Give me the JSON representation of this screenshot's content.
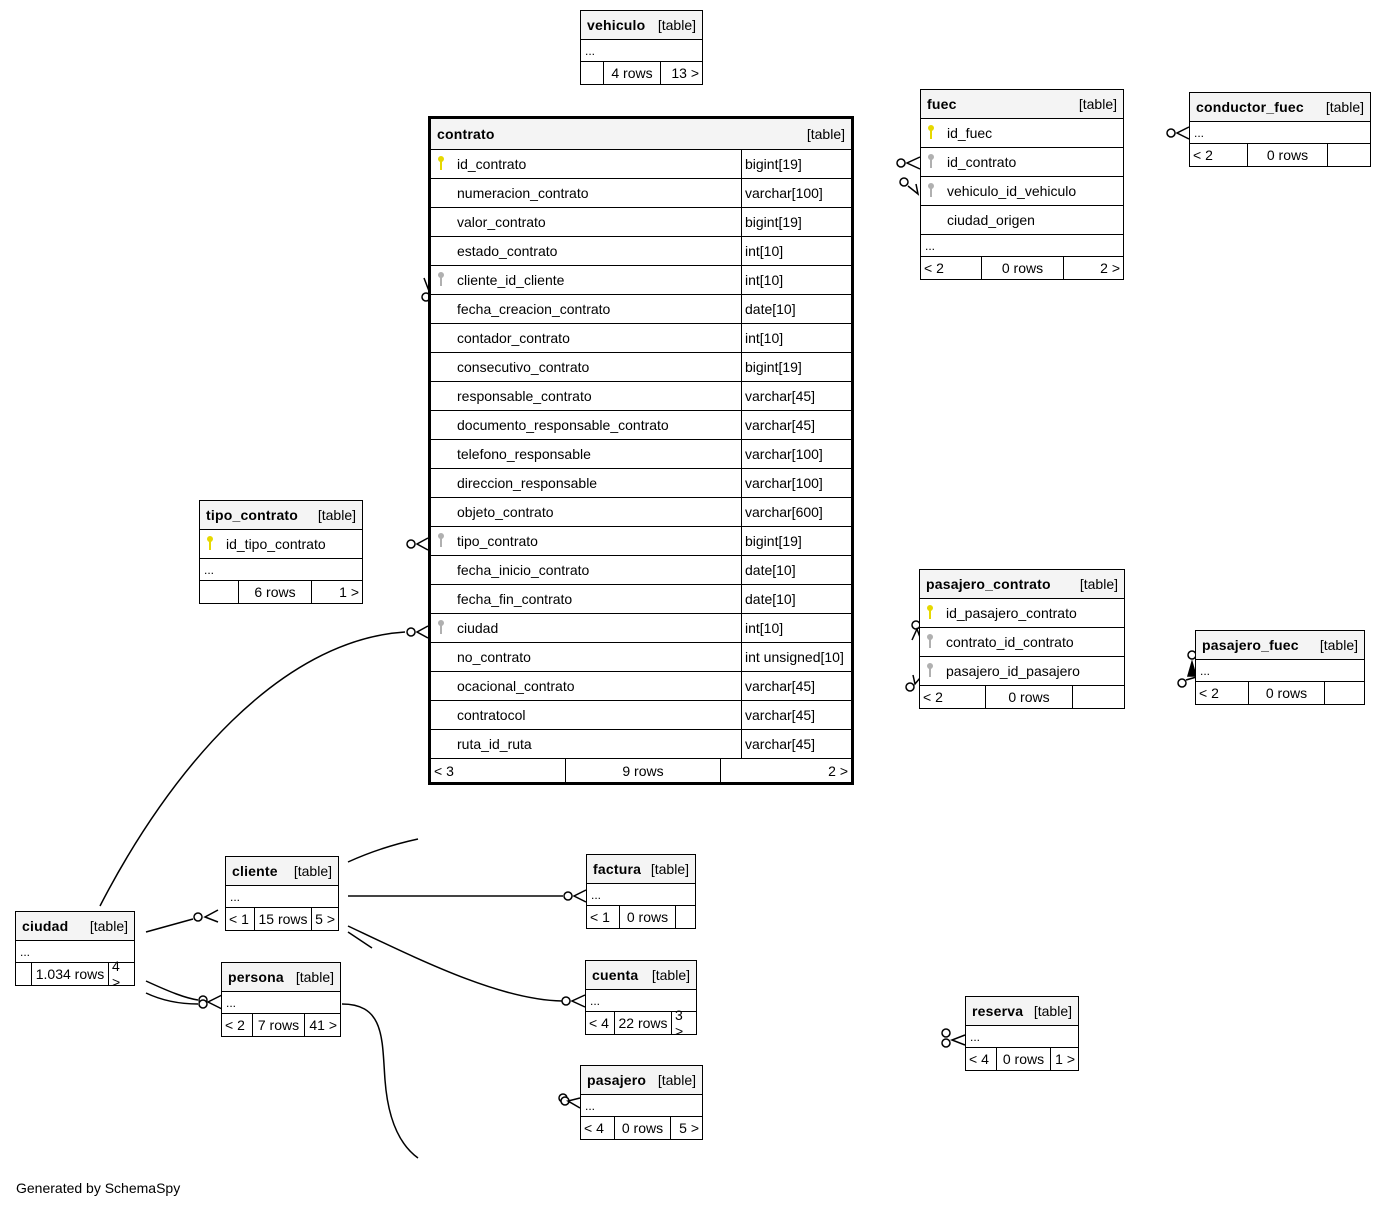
{
  "footer_text": "Generated by SchemaSpy",
  "colors": {
    "pk_key": "#e6d800",
    "fk_key": "#b0b0b0",
    "header_bg": "#f4f4f4"
  },
  "tables": {
    "vehiculo": {
      "name": "vehiculo",
      "kind": "[table]",
      "ellipsis": "...",
      "parents": "",
      "rows": "4 rows",
      "children": "13 >"
    },
    "contrato": {
      "name": "contrato",
      "kind": "[table]",
      "columns": [
        {
          "name": "id_contrato",
          "type": "bigint[19]",
          "key": "pk-key-icon"
        },
        {
          "name": "numeracion_contrato",
          "type": "varchar[100]",
          "key": ""
        },
        {
          "name": "valor_contrato",
          "type": "bigint[19]",
          "key": ""
        },
        {
          "name": "estado_contrato",
          "type": "int[10]",
          "key": ""
        },
        {
          "name": "cliente_id_cliente",
          "type": "int[10]",
          "key": "fk-key-icon"
        },
        {
          "name": "fecha_creacion_contrato",
          "type": "date[10]",
          "key": ""
        },
        {
          "name": "contador_contrato",
          "type": "int[10]",
          "key": ""
        },
        {
          "name": "consecutivo_contrato",
          "type": "bigint[19]",
          "key": ""
        },
        {
          "name": "responsable_contrato",
          "type": "varchar[45]",
          "key": ""
        },
        {
          "name": "documento_responsable_contrato",
          "type": "varchar[45]",
          "key": ""
        },
        {
          "name": "telefono_responsable",
          "type": "varchar[100]",
          "key": ""
        },
        {
          "name": "direccion_responsable",
          "type": "varchar[100]",
          "key": ""
        },
        {
          "name": "objeto_contrato",
          "type": "varchar[600]",
          "key": ""
        },
        {
          "name": "tipo_contrato",
          "type": "bigint[19]",
          "key": "fk-key-icon"
        },
        {
          "name": "fecha_inicio_contrato",
          "type": "date[10]",
          "key": ""
        },
        {
          "name": "fecha_fin_contrato",
          "type": "date[10]",
          "key": ""
        },
        {
          "name": "ciudad",
          "type": "int[10]",
          "key": "fk-key-icon"
        },
        {
          "name": "no_contrato",
          "type": "int unsigned[10]",
          "key": ""
        },
        {
          "name": "ocacional_contrato",
          "type": "varchar[45]",
          "key": ""
        },
        {
          "name": "contratocol",
          "type": "varchar[45]",
          "key": ""
        },
        {
          "name": "ruta_id_ruta",
          "type": "varchar[45]",
          "key": ""
        }
      ],
      "parents": "< 3",
      "rows": "9 rows",
      "children": "2 >"
    },
    "fuec": {
      "name": "fuec",
      "kind": "[table]",
      "columns": [
        {
          "name": "id_fuec",
          "key": "pk-key-icon"
        },
        {
          "name": "id_contrato",
          "key": "fk-key-icon"
        },
        {
          "name": "vehiculo_id_vehiculo",
          "key": "fk-key-icon"
        },
        {
          "name": "ciudad_origen",
          "key": ""
        }
      ],
      "ellipsis": "...",
      "parents": "< 2",
      "rows": "0 rows",
      "children": "2 >"
    },
    "conductor_fuec": {
      "name": "conductor_fuec",
      "kind": "[table]",
      "ellipsis": "...",
      "parents": "< 2",
      "rows": "0 rows",
      "children": ""
    },
    "tipo_contrato": {
      "name": "tipo_contrato",
      "kind": "[table]",
      "columns": [
        {
          "name": "id_tipo_contrato",
          "key": "pk-key-icon"
        }
      ],
      "ellipsis": "...",
      "parents": "",
      "rows": "6 rows",
      "children": "1 >"
    },
    "pasajero_contrato": {
      "name": "pasajero_contrato",
      "kind": "[table]",
      "columns": [
        {
          "name": "id_pasajero_contrato",
          "key": "pk-key-icon"
        },
        {
          "name": "contrato_id_contrato",
          "key": "fk-key-icon"
        },
        {
          "name": "pasajero_id_pasajero",
          "key": "fk-key-icon"
        }
      ],
      "parents": "< 2",
      "rows": "0 rows",
      "children": ""
    },
    "pasajero_fuec": {
      "name": "pasajero_fuec",
      "kind": "[table]",
      "ellipsis": "...",
      "parents": "< 2",
      "rows": "0 rows",
      "children": ""
    },
    "cliente": {
      "name": "cliente",
      "kind": "[table]",
      "ellipsis": "...",
      "parents": "< 1",
      "rows": "15 rows",
      "children": "5 >"
    },
    "factura": {
      "name": "factura",
      "kind": "[table]",
      "ellipsis": "...",
      "parents": "< 1",
      "rows": "0 rows",
      "children": ""
    },
    "ciudad": {
      "name": "ciudad",
      "kind": "[table]",
      "ellipsis": "...",
      "parents": "",
      "rows": "1.034 rows",
      "children": "4 >"
    },
    "persona": {
      "name": "persona",
      "kind": "[table]",
      "ellipsis": "...",
      "parents": "< 2",
      "rows": "7 rows",
      "children": "41 >"
    },
    "cuenta": {
      "name": "cuenta",
      "kind": "[table]",
      "ellipsis": "...",
      "parents": "< 4",
      "rows": "22 rows",
      "children": "3 >"
    },
    "pasajero": {
      "name": "pasajero",
      "kind": "[table]",
      "ellipsis": "...",
      "parents": "< 4",
      "rows": "0 rows",
      "children": "5 >"
    },
    "reserva": {
      "name": "reserva",
      "kind": "[table]",
      "ellipsis": "...",
      "parents": "< 4",
      "rows": "0 rows",
      "children": "1 >"
    }
  }
}
